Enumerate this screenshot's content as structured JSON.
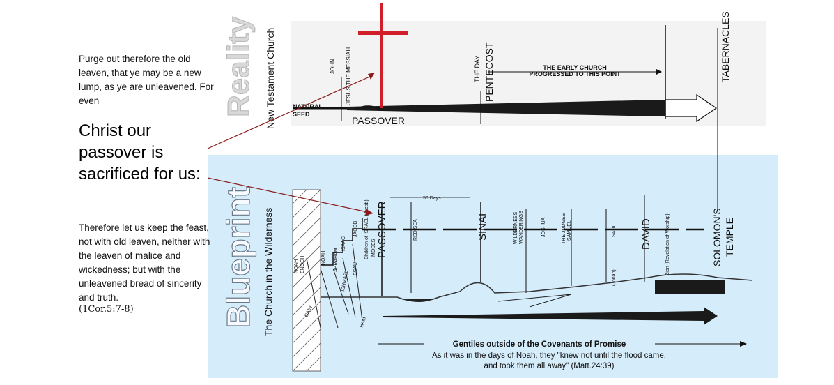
{
  "scripture": {
    "intro": "Purge out therefore the old leaven, that ye may be a new lump, as ye are unleavened. For even",
    "highlight": "Christ our passover is sacrificed for us:",
    "continuation": "Therefore let us keep the feast, not with old leaven, neither with the leaven of malice and wickedness; but with the unleavened bread of sincerity and truth.",
    "reference": "(1Cor.5:7-8)"
  },
  "reality": {
    "title": "Reality",
    "subtitle": "New Testament Church",
    "natural": "NATURAL",
    "seed": "SEED",
    "john": "JOHN",
    "messiah": "JESUS THE MESSIAH",
    "passover": "PASSOVER",
    "the_day": "THE DAY",
    "pentecost": "PENTECOST",
    "early_church_1": "THE EARLY CHURCH",
    "early_church_2": "PROGRESSED TO THIS POINT",
    "tabernacles": "TABERNACLES"
  },
  "blueprint": {
    "title": "Blueprint",
    "subtitle": "The Church in the Wilderness",
    "cain": "CAIN",
    "noah": "NOAH",
    "enoch": "ENOCH",
    "abraham": "ABRAHAM",
    "isaac": "ISAAC",
    "ishmael": "ISHMAEL",
    "esau": "ESAU",
    "jacob": "JACOB",
    "children_israel": "Children of ISRAEL (Jacob)",
    "moses": "MOSES",
    "passover": "PASSOVER",
    "fifty_days": "50 Days",
    "red_sea": "RED SEA",
    "sinai": "SINAI",
    "wilderness": "WILDERNESS",
    "wanderings": "WANDERINGS",
    "joshua": "JOSHUA",
    "judges": "THE JUDGES",
    "samuel": "SAMUEL",
    "saul": "SAUL",
    "david": "DAVID",
    "zion": "Zion (Revelation of Worship)",
    "jonah": "(Jonah)",
    "solomons": "SOLOMON'S",
    "temple": "TEMPLE",
    "ham": "HAM",
    "gentiles": "Gentiles outside of the Covenants of Promise",
    "noah_quote_1": "As it was in the days of Noah, they \"knew not until the flood came,",
    "noah_quote_2": "and took them all away\" (Matt.24:39)"
  },
  "colors": {
    "sky": "#d5ecfb",
    "cross": "#d11f2a",
    "reality_band": "#f2f2f2",
    "outline_text": "#bfbfbf",
    "arrow_line": "#8b1a1a"
  }
}
